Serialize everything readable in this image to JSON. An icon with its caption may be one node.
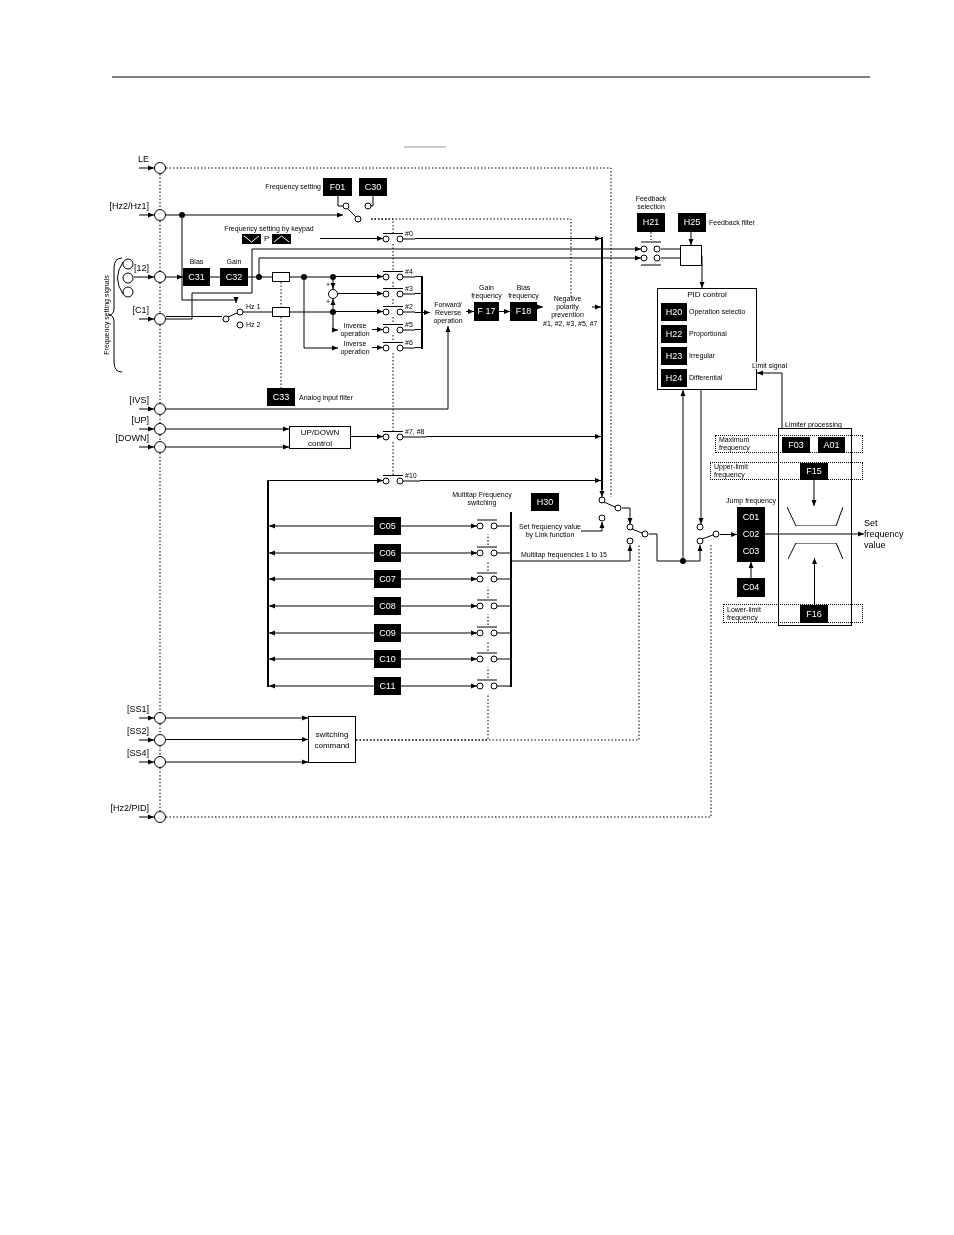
{
  "diagram": {
    "nodes": [
      {
        "text": [
          "LE"
        ]
      },
      {
        "text": [
          "[Hz2/Hz1]"
        ]
      },
      {
        "text": [
          "[12]"
        ]
      },
      {
        "text": [
          "[C1]"
        ]
      },
      {
        "text": [
          "[IVS]"
        ]
      },
      {
        "text": [
          "[UP]"
        ]
      },
      {
        "text": [
          "[DOWN]"
        ]
      },
      {
        "text": [
          "[SS1]"
        ]
      },
      {
        "text": [
          "[SS2]"
        ]
      },
      {
        "text": [
          "[SS4]"
        ]
      },
      {
        "text": [
          "[Hz2/PID]"
        ]
      },
      {
        "text": [
          "F01"
        ],
        "beside": [
          "Frequency setting"
        ]
      },
      {
        "text": [
          "C30"
        ]
      },
      {
        "text": [
          "Bias",
          "C31"
        ]
      },
      {
        "text": [
          "Gain",
          "C32"
        ]
      },
      {
        "text": [],
        "shape": "box"
      },
      {
        "text": [],
        "shape": "box"
      },
      {
        "text": [
          "C33"
        ],
        "beside": [
          "Analog input filter"
        ]
      },
      {
        "text": [],
        "shape": "circle"
      },
      {
        "text": [
          "Inverse operation"
        ]
      },
      {
        "text": [
          "Inverse operation"
        ]
      },
      {
        "text": [
          "Forward/ Reverse operation"
        ]
      },
      {
        "text": [
          "Gain frequency",
          "F 17"
        ]
      },
      {
        "text": [
          "Bias frequency",
          "F18"
        ]
      },
      {
        "text": [
          "Negative polarity prevention"
        ]
      },
      {
        "text": [
          "UP/DOWN control"
        ]
      },
      {
        "text": [
          "Frequency setting by keypad",
          "P"
        ]
      },
      {
        "text": [
          "Feedback selection",
          "H21"
        ]
      },
      {
        "text": [
          "H25"
        ],
        "beside": [
          "Feedback filter"
        ]
      },
      {
        "text": [],
        "shape": "box"
      },
      {
        "text": [
          "PID control"
        ]
      },
      {
        "text": [
          "H20"
        ],
        "in": 30,
        "beside": [
          "Operation selectio"
        ]
      },
      {
        "text": [
          "H22"
        ],
        "in": 30,
        "beside": [
          "Proportional"
        ]
      },
      {
        "text": [
          "H23"
        ],
        "in": 30,
        "beside": [
          "Irregular"
        ]
      },
      {
        "text": [
          "H24"
        ],
        "in": 30,
        "beside": [
          "Differential"
        ]
      },
      {
        "text": [
          "H30"
        ]
      },
      {
        "text": [
          "C05"
        ]
      },
      {
        "text": [
          "C06"
        ]
      },
      {
        "text": [
          "C07"
        ]
      },
      {
        "text": [
          "C08"
        ]
      },
      {
        "text": [
          "C09"
        ]
      },
      {
        "text": [
          "C10"
        ]
      },
      {
        "text": [
          "C11"
        ]
      },
      {
        "text": [
          "switching command"
        ]
      },
      {
        "text": [
          "Jump frequency",
          "C01",
          "C02",
          "C03"
        ]
      },
      {
        "text": [
          "C04"
        ]
      },
      {
        "text": [
          "Limiter processing"
        ]
      },
      {
        "text": [
          "Maximum frequency"
        ]
      },
      {
        "text": [
          "F03"
        ]
      },
      {
        "text": [
          "A01"
        ]
      },
      {
        "text": [
          "Upper-limit frequency"
        ]
      },
      {
        "text": [
          "F15"
        ]
      },
      {
        "text": [
          "Lower-limit frequency"
        ]
      },
      {
        "text": [
          "F16"
        ]
      },
      {
        "text": [
          "Set frequency value"
        ]
      },
      {
        "text": [
          "Set frequency value by Link function"
        ]
      },
      {
        "text": [],
        "shape": "switch"
      },
      {
        "text": [
          "Hz 1",
          "Hz 2"
        ]
      },
      {
        "text": [
          "#0"
        ]
      },
      {
        "text": [
          "#4"
        ]
      },
      {
        "text": [
          "#3"
        ]
      },
      {
        "text": [
          "#2"
        ]
      },
      {
        "text": [
          "#5"
        ]
      },
      {
        "text": [
          "#6"
        ]
      },
      {
        "text": [
          "#7, #8"
        ]
      },
      {
        "text": [
          "#10"
        ]
      },
      {
        "text": [],
        "shape": "bar"
      },
      {
        "text": [],
        "shape": "bar"
      },
      {
        "text": [],
        "shape": "switch"
      },
      {
        "text": [],
        "shape": "switch"
      },
      {
        "text": [],
        "shape": "switch"
      },
      {
        "text": [],
        "shape": "switch"
      },
      {
        "text": [],
        "shape": "bar"
      },
      {
        "text": [],
        "shape": "bar"
      },
      {
        "text": [],
        "shape": "switch"
      },
      {
        "text": [],
        "shape": "switch"
      },
      {
        "text": [],
        "shape": "switch"
      },
      {
        "text": [],
        "shape": "switch"
      },
      {
        "text": [],
        "shape": "switch"
      },
      {
        "text": [],
        "shape": "switch"
      },
      {
        "text": [],
        "shape": "switch"
      },
      {
        "text": [],
        "shape": "trapezoid",
        "in": 46
      },
      {
        "text": [],
        "shape": "trapezoid",
        "in": 46
      },
      {
        "text": [],
        "shape": "dot"
      },
      {
        "text": [],
        "shape": "dot"
      },
      {
        "text": [],
        "shape": "dot"
      },
      {
        "text": [],
        "shape": "dot"
      },
      {
        "text": [],
        "shape": "dot"
      },
      {
        "text": [],
        "shape": "dot"
      }
    ],
    "edges": [
      {
        "from": null,
        "to": 0,
        "arrow": "to"
      },
      {
        "from": null,
        "to": 1,
        "arrow": "to"
      },
      {
        "from": null,
        "to": 2,
        "arrow": "to"
      },
      {
        "from": null,
        "to": 3,
        "arrow": "to"
      },
      {
        "from": null,
        "to": 4,
        "arrow": "to"
      },
      {
        "from": null,
        "to": 5,
        "arrow": "to"
      },
      {
        "from": null,
        "to": 6,
        "arrow": "to"
      },
      {
        "from": null,
        "to": 7,
        "arrow": "to"
      },
      {
        "from": null,
        "to": 8,
        "arrow": "to"
      },
      {
        "from": null,
        "to": 9,
        "arrow": "to"
      },
      {
        "from": null,
        "to": 10,
        "arrow": "to"
      },
      {
        "from": 0,
        "to": 1,
        "arrow": "none",
        "style": "dashed"
      },
      {
        "from": 1,
        "to": 2,
        "arrow": "none",
        "style": "dashed"
      },
      {
        "from": 2,
        "to": 3,
        "arrow": "none",
        "style": "dashed"
      },
      {
        "from": 3,
        "to": 4,
        "arrow": "none",
        "style": "dashed"
      },
      {
        "from": 4,
        "to": 5,
        "arrow": "none",
        "style": "dashed"
      },
      {
        "from": 5,
        "to": 6,
        "arrow": "none",
        "style": "dashed"
      },
      {
        "from": 6,
        "to": 7,
        "arrow": "none",
        "style": "dashed"
      },
      {
        "from": 7,
        "to": 8,
        "arrow": "none",
        "style": "dashed"
      },
      {
        "from": 8,
        "to": 9,
        "arrow": "none",
        "style": "dashed"
      },
      {
        "from": 9,
        "to": 10,
        "arrow": "none",
        "style": "dashed"
      },
      {
        "from": 0,
        "to": 68,
        "arrow": "none",
        "style": "dashed"
      },
      {
        "from": 1,
        "to": 83,
        "arrow": "none"
      },
      {
        "from": 83,
        "to": 56,
        "arrow": "to"
      },
      {
        "from": 83,
        "to": 57,
        "arrow": "to"
      },
      {
        "from": 11,
        "to": 56,
        "arrow": "none"
      },
      {
        "from": 12,
        "to": 56,
        "arrow": "none"
      },
      {
        "from": 56,
        "to": 24,
        "arrow": "none",
        "style": "dashed"
      },
      {
        "from": 56,
        "to": 58,
        "arrow": "none",
        "style": "dashed"
      },
      {
        "from": 58,
        "to": 59,
        "arrow": "none",
        "style": "dashed"
      },
      {
        "from": 59,
        "to": 60,
        "arrow": "none",
        "style": "dashed"
      },
      {
        "from": 60,
        "to": 61,
        "arrow": "none",
        "style": "dashed"
      },
      {
        "from": 61,
        "to": 62,
        "arrow": "none",
        "style": "dashed"
      },
      {
        "from": 62,
        "to": 63,
        "arrow": "none",
        "style": "dashed"
      },
      {
        "from": 63,
        "to": 64,
        "arrow": "none",
        "style": "dashed"
      },
      {
        "from": 64,
        "to": 65,
        "arrow": "none",
        "style": "dashed"
      },
      {
        "from": 2,
        "to": 13,
        "arrow": "to"
      },
      {
        "from": 13,
        "to": 14,
        "arrow": "none"
      },
      {
        "from": 14,
        "to": 84,
        "arrow": "none"
      },
      {
        "from": 84,
        "to": 15,
        "arrow": "none"
      },
      {
        "from": 84,
        "to": 71,
        "arrow": "to"
      },
      {
        "from": 3,
        "to": 71,
        "arrow": "to"
      },
      {
        "from": 3,
        "to": 57,
        "arrow": "none"
      },
      {
        "from": 57,
        "to": 16,
        "arrow": "none"
      },
      {
        "from": 15,
        "to": 85,
        "arrow": "none"
      },
      {
        "from": 85,
        "to": 86,
        "arrow": "none"
      },
      {
        "from": 86,
        "to": 59,
        "arrow": "to"
      },
      {
        "from": 86,
        "to": 18,
        "arrow": "to"
      },
      {
        "from": 85,
        "to": 20,
        "arrow": "to"
      },
      {
        "from": 16,
        "to": 87,
        "arrow": "none"
      },
      {
        "from": 87,
        "to": 18,
        "arrow": "to"
      },
      {
        "from": 87,
        "to": 61,
        "arrow": "to"
      },
      {
        "from": 87,
        "to": 19,
        "arrow": "to"
      },
      {
        "from": 18,
        "to": 60,
        "arrow": "to"
      },
      {
        "from": 19,
        "to": 62,
        "arrow": "to"
      },
      {
        "from": 20,
        "to": 63,
        "arrow": "to"
      },
      {
        "from": 59,
        "to": 66,
        "arrow": "none"
      },
      {
        "from": 60,
        "to": 66,
        "arrow": "none"
      },
      {
        "from": 61,
        "to": 66,
        "arrow": "none"
      },
      {
        "from": 62,
        "to": 66,
        "arrow": "none"
      },
      {
        "from": 63,
        "to": 66,
        "arrow": "none"
      },
      {
        "from": 66,
        "to": 21,
        "arrow": "to"
      },
      {
        "from": 21,
        "to": 22,
        "arrow": "to"
      },
      {
        "from": 22,
        "to": 23,
        "arrow": "to"
      },
      {
        "from": 23,
        "to": 24,
        "arrow": "to"
      },
      {
        "from": 24,
        "to": 67,
        "arrow": "to"
      },
      {
        "from": 4,
        "to": 21,
        "arrow": "to"
      },
      {
        "from": 15,
        "to": 16,
        "arrow": "none",
        "style": "dashed"
      },
      {
        "from": 16,
        "to": 17,
        "arrow": "none",
        "style": "dashed"
      },
      {
        "from": 26,
        "to": 58,
        "arrow": "to"
      },
      {
        "from": 5,
        "to": 25,
        "arrow": "to"
      },
      {
        "from": 6,
        "to": 25,
        "arrow": "to"
      },
      {
        "from": 25,
        "to": 64,
        "arrow": "to"
      },
      {
        "from": 58,
        "to": 67,
        "arrow": "to"
      },
      {
        "from": 64,
        "to": 67,
        "arrow": "to"
      },
      {
        "from": 65,
        "to": 67,
        "arrow": "to"
      },
      {
        "from": 72,
        "to": 65,
        "arrow": "to"
      },
      {
        "from": 27,
        "to": 71,
        "arrow": "none",
        "style": "dashed"
      },
      {
        "from": 71,
        "to": 29,
        "arrow": "none"
      },
      {
        "from": 71,
        "to": 29,
        "arrow": "none"
      },
      {
        "from": 28,
        "to": 29,
        "arrow": "to"
      },
      {
        "from": 29,
        "to": 30,
        "arrow": "to"
      },
      {
        "from": 46,
        "to": 30,
        "arrow": "to",
        "label": "Limit signal"
      },
      {
        "from": 67,
        "to": 68,
        "arrow": "to"
      },
      {
        "from": 55,
        "to": 68,
        "arrow": "to"
      },
      {
        "from": 68,
        "to": 69,
        "arrow": "to"
      },
      {
        "from": 73,
        "to": 69,
        "arrow": "to",
        "label": "Multitap frequencies 1 to 15"
      },
      {
        "from": 69,
        "to": 88,
        "arrow": "none"
      },
      {
        "from": 88,
        "to": 70,
        "arrow": "to"
      },
      {
        "from": 88,
        "to": 30,
        "arrow": "to"
      },
      {
        "from": 30,
        "to": 70,
        "arrow": "to"
      },
      {
        "from": 70,
        "to": 44,
        "arrow": "to"
      },
      {
        "from": 45,
        "to": 44,
        "arrow": "to"
      },
      {
        "from": 44,
        "to": 46,
        "arrow": "none"
      },
      {
        "from": 46,
        "to": 54,
        "arrow": "to"
      },
      {
        "from": 51,
        "to": 81,
        "arrow": "to"
      },
      {
        "from": 53,
        "to": 82,
        "arrow": "to"
      },
      {
        "from": 7,
        "to": 43,
        "arrow": "to"
      },
      {
        "from": 8,
        "to": 43,
        "arrow": "to"
      },
      {
        "from": 9,
        "to": 43,
        "arrow": "to"
      },
      {
        "from": 43,
        "to": 69,
        "arrow": "none",
        "style": "dashed"
      },
      {
        "from": 43,
        "to": 80,
        "arrow": "none",
        "style": "dashed"
      },
      {
        "from": 80,
        "to": 79,
        "arrow": "none",
        "style": "dashed"
      },
      {
        "from": 79,
        "to": 78,
        "arrow": "none",
        "style": "dashed"
      },
      {
        "from": 78,
        "to": 77,
        "arrow": "none",
        "style": "dashed"
      },
      {
        "from": 77,
        "to": 76,
        "arrow": "none",
        "style": "dashed"
      },
      {
        "from": 76,
        "to": 75,
        "arrow": "none",
        "style": "dashed"
      },
      {
        "from": 75,
        "to": 74,
        "arrow": "none",
        "style": "dashed"
      },
      {
        "from": 10,
        "to": 70,
        "arrow": "none",
        "style": "dashed"
      },
      {
        "from": 36,
        "to": 72,
        "arrow": "to"
      },
      {
        "from": 36,
        "to": 74,
        "arrow": "to"
      },
      {
        "from": 37,
        "to": 72,
        "arrow": "to"
      },
      {
        "from": 37,
        "to": 75,
        "arrow": "to"
      },
      {
        "from": 38,
        "to": 72,
        "arrow": "to"
      },
      {
        "from": 38,
        "to": 76,
        "arrow": "to"
      },
      {
        "from": 39,
        "to": 72,
        "arrow": "to"
      },
      {
        "from": 39,
        "to": 77,
        "arrow": "to"
      },
      {
        "from": 40,
        "to": 72,
        "arrow": "to"
      },
      {
        "from": 40,
        "to": 78,
        "arrow": "to"
      },
      {
        "from": 41,
        "to": 72,
        "arrow": "to"
      },
      {
        "from": 41,
        "to": 79,
        "arrow": "to"
      },
      {
        "from": 42,
        "to": 72,
        "arrow": "to"
      },
      {
        "from": 42,
        "to": 80,
        "arrow": "to"
      },
      {
        "from": 74,
        "to": 73,
        "arrow": "none"
      },
      {
        "from": 75,
        "to": 73,
        "arrow": "none"
      },
      {
        "from": 76,
        "to": 73,
        "arrow": "none"
      },
      {
        "from": 77,
        "to": 73,
        "arrow": "none"
      },
      {
        "from": 78,
        "to": 73,
        "arrow": "none"
      },
      {
        "from": 79,
        "to": 73,
        "arrow": "none"
      },
      {
        "from": 80,
        "to": 73,
        "arrow": "none"
      }
    ],
    "labels": [
      "Frequency setting signals",
      "+",
      "+",
      "#1, #2, #3, #5, #7",
      "Multitap Frequency switching"
    ]
  }
}
